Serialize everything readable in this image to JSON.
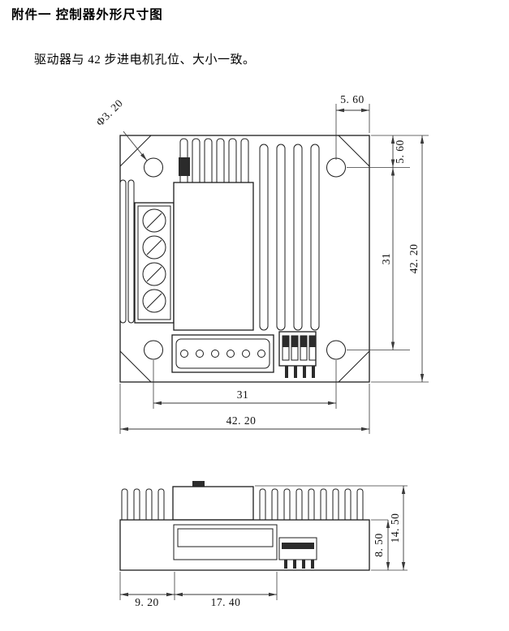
{
  "doc": {
    "title": "附件一 控制器外形尺寸图",
    "subtitle": "驱动器与 42 步进电机孔位、大小一致。"
  },
  "top_view": {
    "dims": {
      "hole_diameter": "Φ3. 20",
      "hole_to_right_edge": "5. 60",
      "hole_to_top_edge": "5. 60",
      "hole_spacing_vertical": "31",
      "overall_height": "42. 20",
      "hole_spacing_horizontal": "31",
      "overall_width": "42. 20"
    }
  },
  "side_view": {
    "dims": {
      "edge_to_connector": "9. 20",
      "connector_width": "17. 40",
      "body_height": "8. 50",
      "overall_height": "14. 50"
    }
  }
}
